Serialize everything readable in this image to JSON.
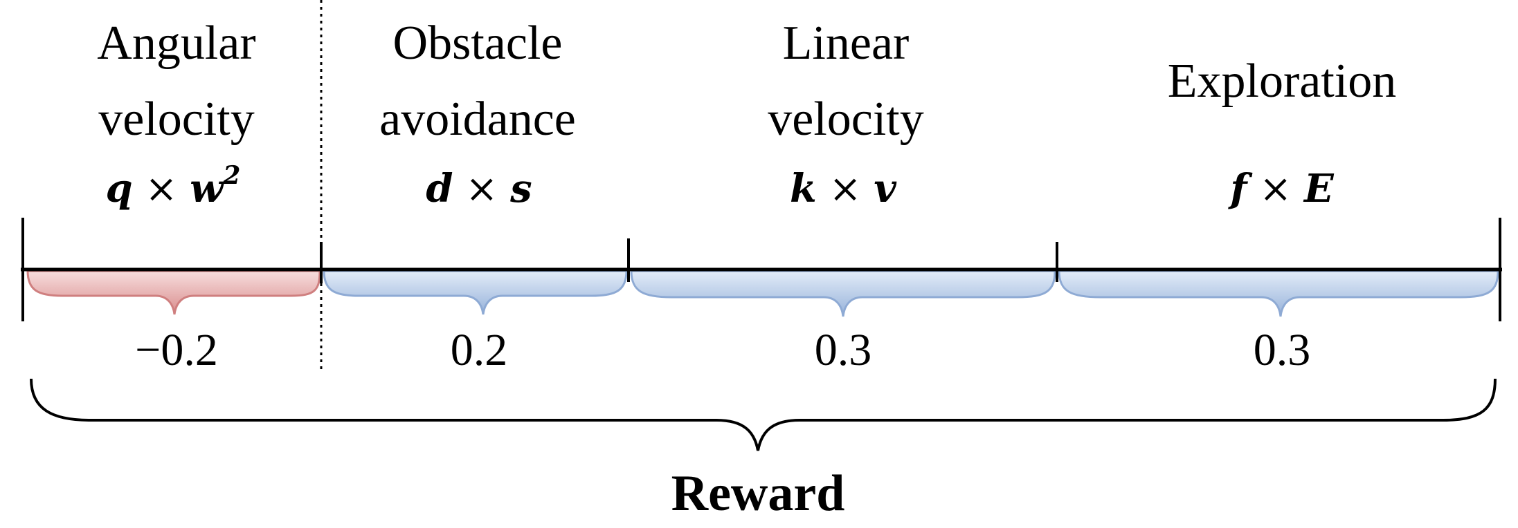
{
  "segments": [
    {
      "title_line1": "Angular",
      "title_line2": "velocity",
      "formula": {
        "a": "q",
        "op": " × ",
        "b": "w",
        "sup": "2"
      },
      "value": "−0.2",
      "brace_color": "#d98c8c"
    },
    {
      "title_line1": "Obstacle",
      "title_line2": "avoidance",
      "formula": {
        "a": "d",
        "op": " × ",
        "b": "s",
        "sup": ""
      },
      "value": "0.2",
      "brace_color": "#9ab5dc"
    },
    {
      "title_line1": "Linear",
      "title_line2": "velocity",
      "formula": {
        "a": "k",
        "op": " × ",
        "b": "v",
        "sup": ""
      },
      "value": "0.3",
      "brace_color": "#9ab5dc"
    },
    {
      "title_line1": "Exploration",
      "title_line2": "",
      "formula": {
        "a": "f",
        "op": " × ",
        "b": "E",
        "sup": ""
      },
      "value": "0.3",
      "brace_color": "#9ab5dc"
    }
  ],
  "total_label": "Reward"
}
